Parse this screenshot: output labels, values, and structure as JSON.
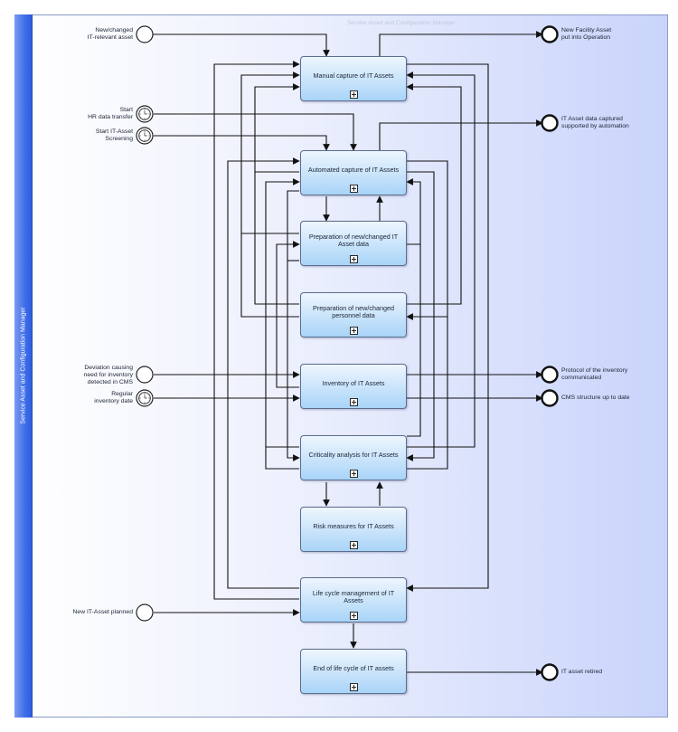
{
  "lane": {
    "title": "Service Asset and Configuration Manager"
  },
  "pool": {
    "watermark": "Service Asset and Configuration Manager"
  },
  "tasks": {
    "manual": "Manual capture of IT Assets",
    "automated": "Automated capture of IT Assets",
    "prep_asset": "Preparation of new/changed IT Asset data",
    "prep_personnel": "Preparation of new/changed personnel data",
    "inventory": "Inventory of IT Assets",
    "criticality": "Criticality analysis for IT Assets",
    "risk": "Risk measures for IT Assets",
    "lifecycle": "Life cycle management of IT Assets",
    "end_of_life": "End of life cycle of IT assets"
  },
  "start_events": {
    "new_changed_asset": "New/changed\nIT-relevant asset",
    "hr_transfer": "Start\nHR data transfer",
    "screening": "Start IT-Asset\nScreening",
    "deviation": "Deviation causing\nneed for inventory\ndetected in CMS",
    "regular_inventory": "Regular\ninventory date",
    "new_asset_planned": "New IT-Asset planned"
  },
  "end_events": {
    "facility_in_operation": "New Facility Asset\nput into Operation",
    "automation_captured": "IT Asset data captured\nsupported by automation",
    "protocol_communicated": "Protocol of the inventory\ncommunicated",
    "cms_up_to_date": "CMS structure up to date",
    "asset_retired": "IT asset retired"
  }
}
